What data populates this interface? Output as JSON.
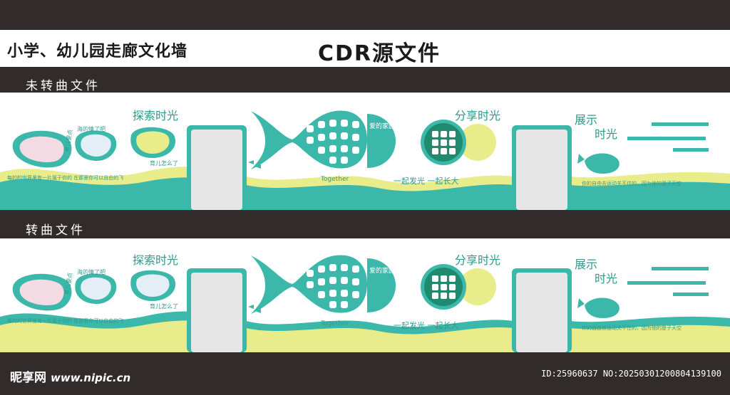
{
  "header": {
    "title": "小学、幼儿园走廊文化墙",
    "format": "CDR源文件"
  },
  "sections": [
    {
      "label": "未转曲文件"
    },
    {
      "label": "转曲文件"
    }
  ],
  "wall": {
    "bubble_1_title": "育儿要点",
    "bubble_2_title": "海的情了吧",
    "bubble_3_title": "育儿怎么了",
    "panel_explore": "探索时光",
    "fish_title": "爱的家园",
    "panel_share": "分享时光",
    "panel_display_1": "展示",
    "panel_display_2": "时光",
    "slogan_left": "每的的世界里有一片属于你的  在那里你可以自由的飞",
    "together": "Together",
    "slogan_middle": "一起发光 一起长大",
    "slogan_right": "你的自由去运动关不住的，因为他的是子天空",
    "colors": {
      "teal": "#3bb8a9",
      "yellow": "#e9ec8a",
      "dark_teal": "#1f8a6e",
      "pink": "#f4dbe3",
      "light_blue": "#e3eef7"
    }
  },
  "footer": {
    "logo": "昵享网",
    "site": "www.nipic.cn",
    "id": "ID:25960637 NO:20250301200804139100"
  }
}
